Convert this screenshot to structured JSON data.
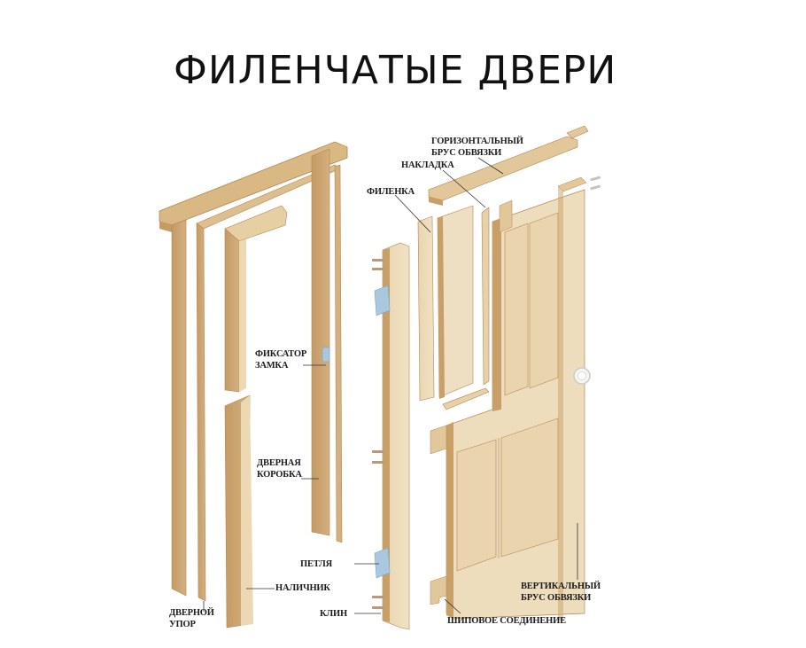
{
  "title": "ФИЛЕНЧАТЫЕ ДВЕРИ",
  "colors": {
    "wood_light": "#ecd9b4",
    "wood_mid": "#dcbf8f",
    "wood_dark": "#c49a62",
    "wood_edge": "#b58652",
    "hinge": "#a9c8e0",
    "leader_line": "#333333",
    "background": "#ffffff"
  },
  "labels": {
    "horizontal_rail": [
      "ГОРИЗОНТАЛЬНЫЙ",
      "БРУС ОБВЯЗКИ"
    ],
    "overlay": "НАКЛАДКА",
    "panel": "ФИЛЕНКА",
    "lock_striker": [
      "ФИКСАТОР",
      "ЗАМКА"
    ],
    "door_frame": [
      "ДВЕРНАЯ",
      "КОРОБКА"
    ],
    "hinge": "ПЕТЛЯ",
    "casing": "НАЛИЧНИК",
    "door_stop": [
      "ДВЕРНОЙ",
      "УПОР"
    ],
    "wedge": "КЛИН",
    "vertical_stile": [
      "ВЕРТИКАЛЬНЫЙ",
      "БРУС ОБВЯЗКИ"
    ],
    "tenon_joint": "ШИПОВОЕ СОЕДИНЕНИЕ"
  }
}
